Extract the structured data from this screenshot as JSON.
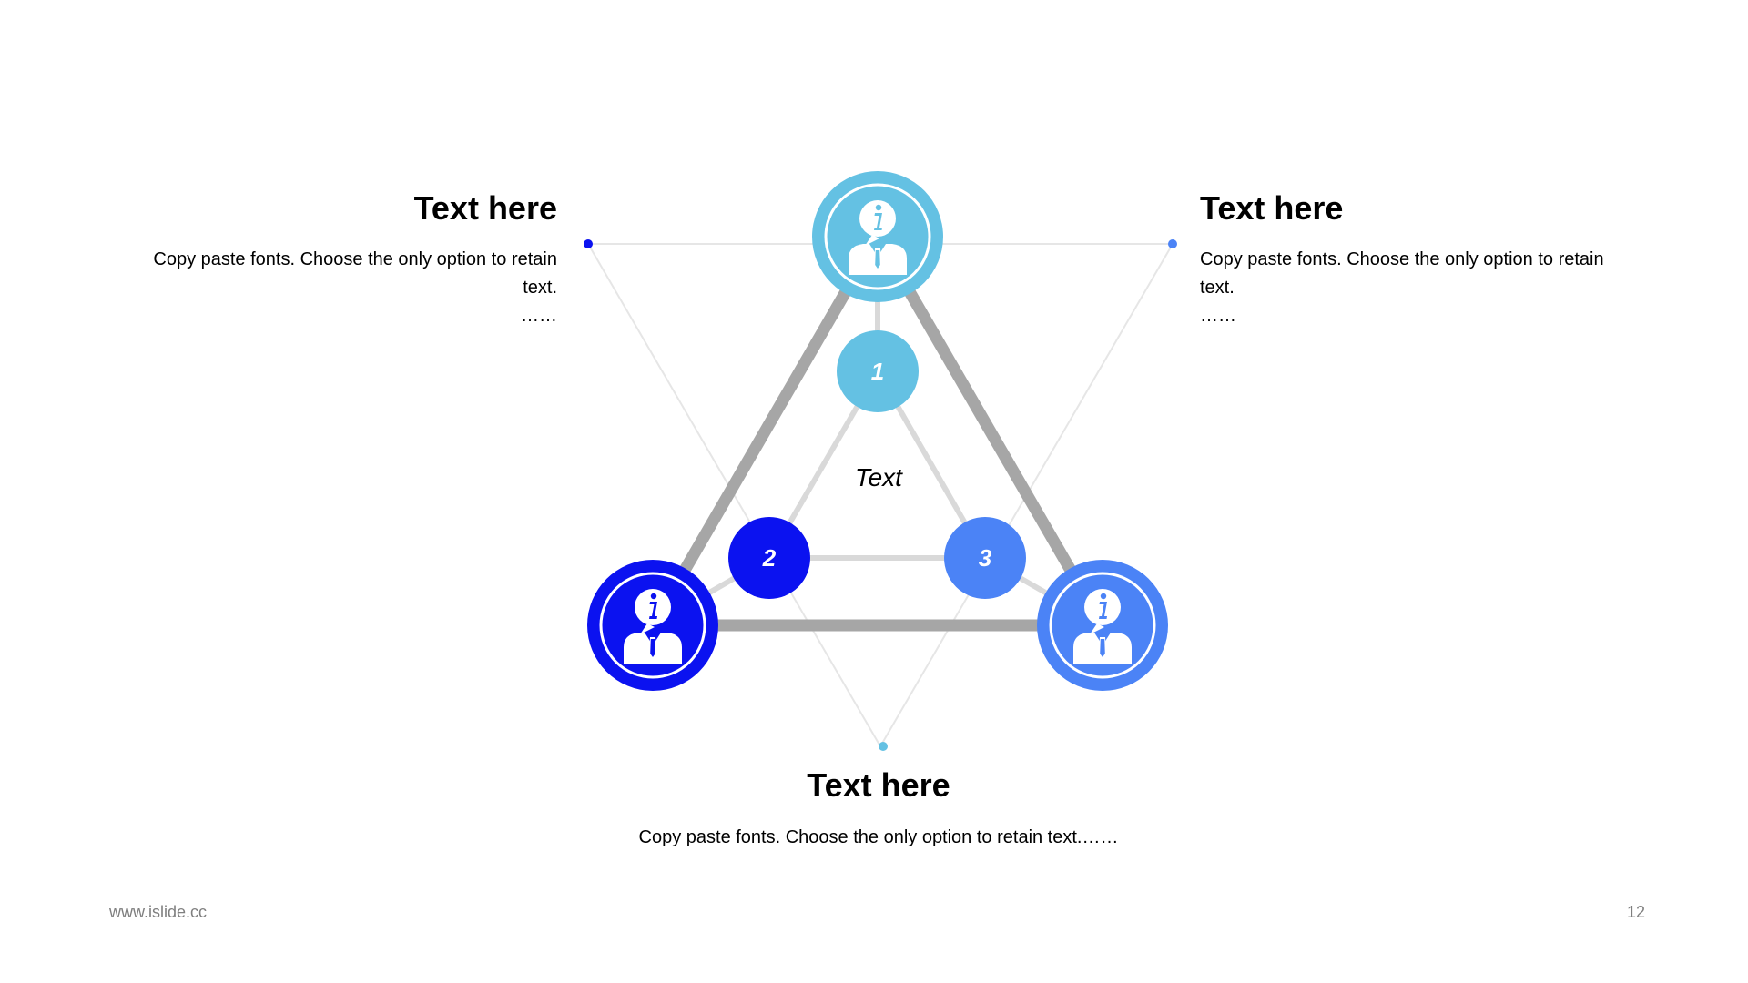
{
  "colors": {
    "light_blue": "#64c1e3",
    "dark_blue": "#0b12f0",
    "mid_blue": "#4b83f6",
    "outer_triangle": "#a6a6a6",
    "inner_triangle": "#d9d9d9",
    "guide_lines": "#e6e6e6",
    "rule": "#8c8c8c"
  },
  "blocks": {
    "left": {
      "title": "Text here",
      "body_line1": "Copy paste fonts. Choose the only option to retain",
      "body_line2": "text.",
      "body_line3": "……"
    },
    "right": {
      "title": "Text here",
      "body_line1": "Copy paste fonts. Choose the only option to retain",
      "body_line2": "text.",
      "body_line3": "……"
    },
    "bottom": {
      "title": "Text here",
      "body": "Copy paste fonts. Choose the only option to retain text.……"
    }
  },
  "diagram": {
    "center_label": "Text",
    "nodes": [
      {
        "number": "1",
        "color": "#64c1e3",
        "icon": "person-info-icon"
      },
      {
        "number": "2",
        "color": "#0b12f0",
        "icon": "person-info-icon"
      },
      {
        "number": "3",
        "color": "#4b83f6",
        "icon": "person-info-icon"
      }
    ]
  },
  "footer": {
    "url": "www.islide.cc",
    "page": "12"
  }
}
